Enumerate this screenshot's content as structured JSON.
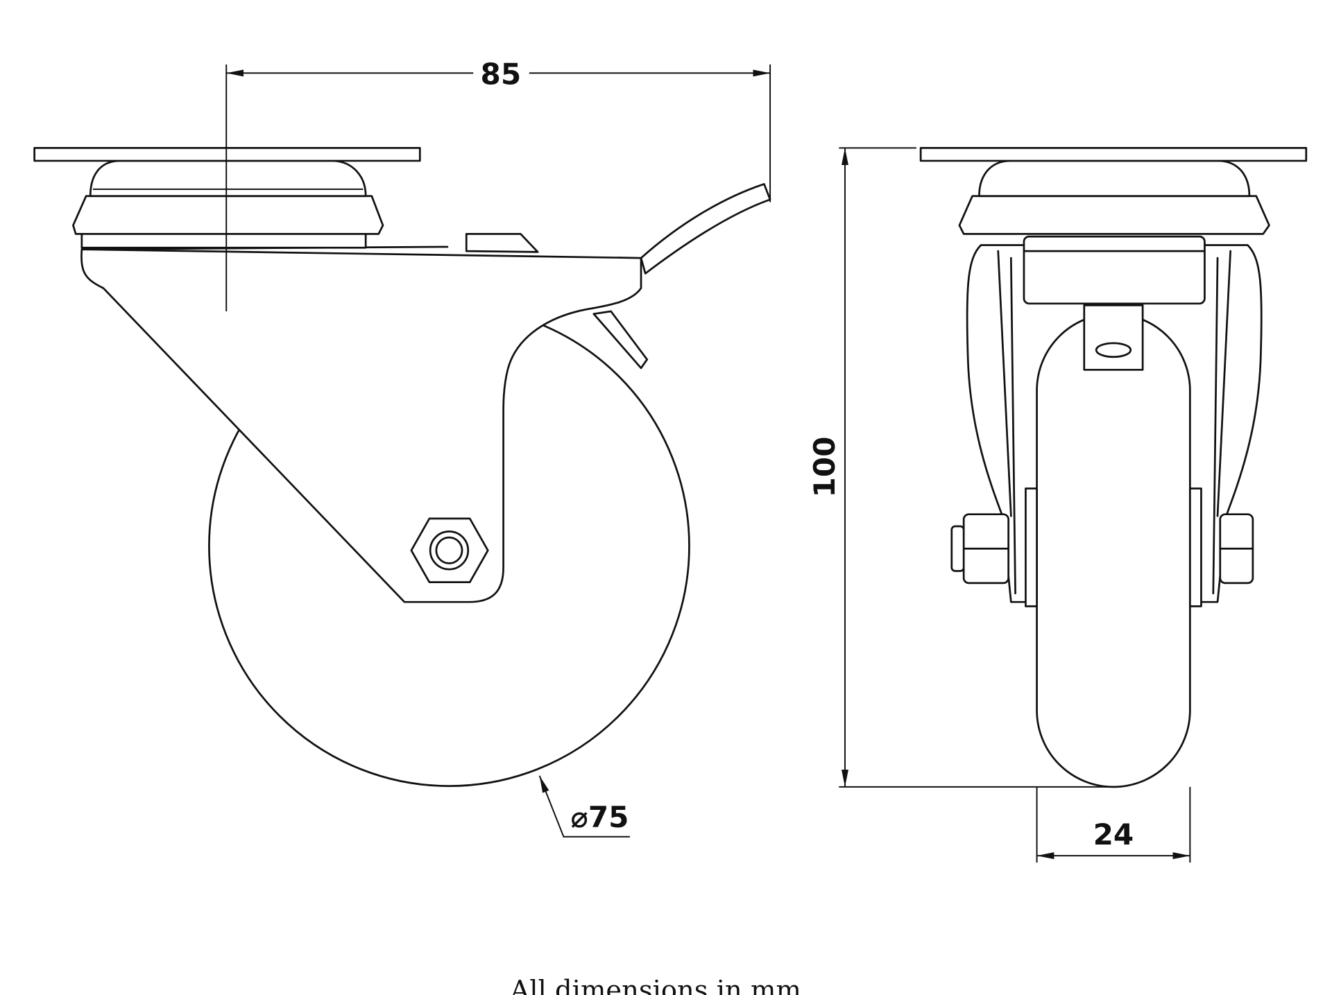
{
  "drawing": {
    "dimensions": {
      "swivel_offset": "85",
      "overall_height": "100",
      "wheel_diameter": "⌀75",
      "wheel_width": "24"
    },
    "caption": "All dimensions in mm."
  }
}
